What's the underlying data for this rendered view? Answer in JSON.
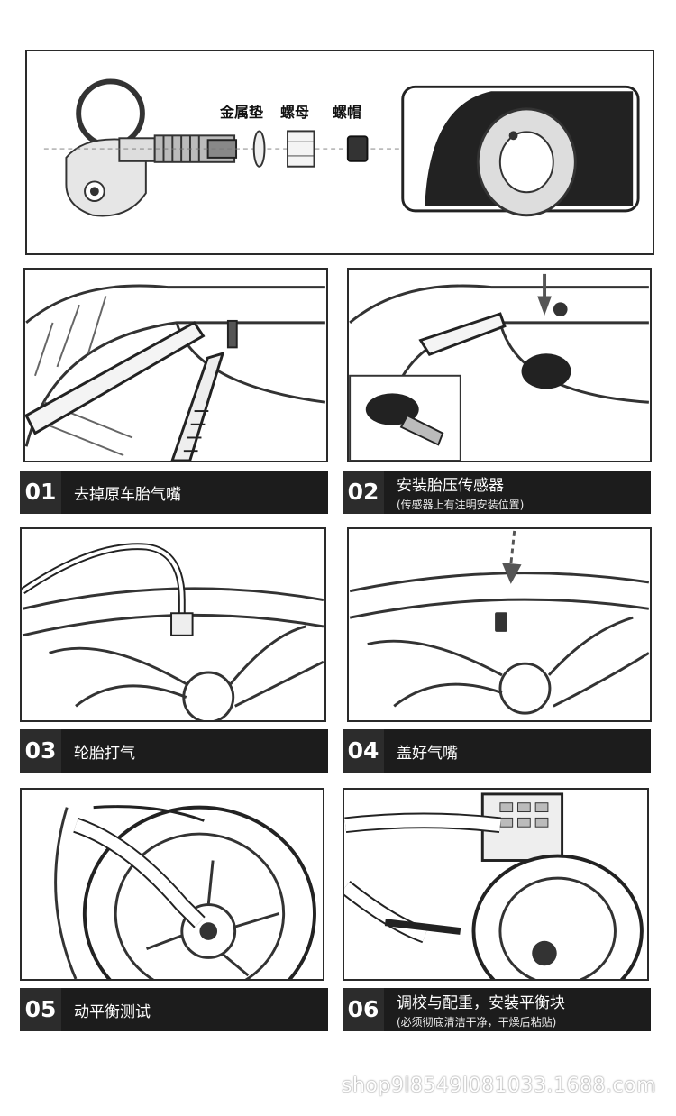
{
  "header": {
    "parts": [
      "金属垫",
      "螺母",
      "螺帽"
    ]
  },
  "steps": [
    {
      "num": "01",
      "title": "去掉原车胎气嘴",
      "note": ""
    },
    {
      "num": "02",
      "title": "安装胎压传感器",
      "note": "(传感器上有注明安装位置)"
    },
    {
      "num": "03",
      "title": "轮胎打气",
      "note": ""
    },
    {
      "num": "04",
      "title": "盖好气嘴",
      "note": ""
    },
    {
      "num": "05",
      "title": "动平衡测试",
      "note": ""
    },
    {
      "num": "06",
      "title": "调校与配重，安装平衡块",
      "note": "(必须彻底清洁干净，干燥后粘贴)"
    }
  ],
  "watermark": "shop9l8549l081033.1688.com",
  "colors": {
    "caption_bg": "#1c1c1c",
    "number_bg": "#2c2c2c",
    "line_art": "#2a2a2a"
  }
}
